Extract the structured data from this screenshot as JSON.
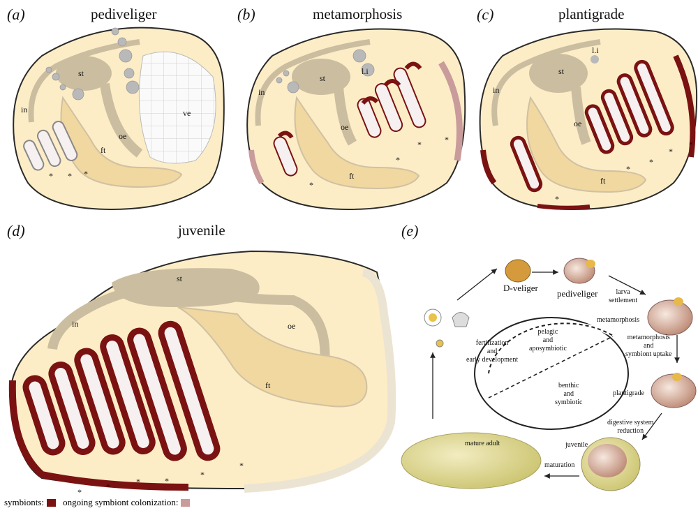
{
  "panels": [
    {
      "letter": "(a)",
      "title": "pediveliger"
    },
    {
      "letter": "(b)",
      "title": "metamorphosis"
    },
    {
      "letter": "(c)",
      "title": "plantigrade"
    },
    {
      "letter": "(d)",
      "title": "juvenile"
    },
    {
      "letter": "(e)",
      "title": ""
    }
  ],
  "labels": {
    "st": "st",
    "in": "in",
    "oe": "oe",
    "ft": "ft",
    "ve": "ve",
    "li": "l.i",
    "star": "*"
  },
  "cycle": {
    "d_veliger": "D-veliger",
    "pediveliger": "pediveliger",
    "larva_settlement": "larva\nsettlement",
    "metamorphosis": "metamorphosis",
    "metamorphosis_uptake": "metamorphosis\nand\nsymbiont uptake",
    "plantigrade": "plantigrade",
    "digestive": "digestive system\nreduction",
    "juvenile": "juvenile",
    "maturation": "maturation",
    "mature_adult": "mature adult",
    "fertilization": "fertilization\nand\nearly development",
    "pelagic": "pelagic\nand\naposymbiotic",
    "benthic": "benthic\nand\nsymbiotic"
  },
  "legend": {
    "symbionts": "symbionts:",
    "ongoing": "ongoing symbiont colonization:"
  },
  "colors": {
    "body": "#fcedc7",
    "stomach": "#cbbd9f",
    "foot": "#f1d7a0",
    "symbiont": "#7b1212",
    "colonizing": "#c99b9b",
    "shell_edge": "#ece4d2",
    "outline": "#2a2a2a"
  }
}
